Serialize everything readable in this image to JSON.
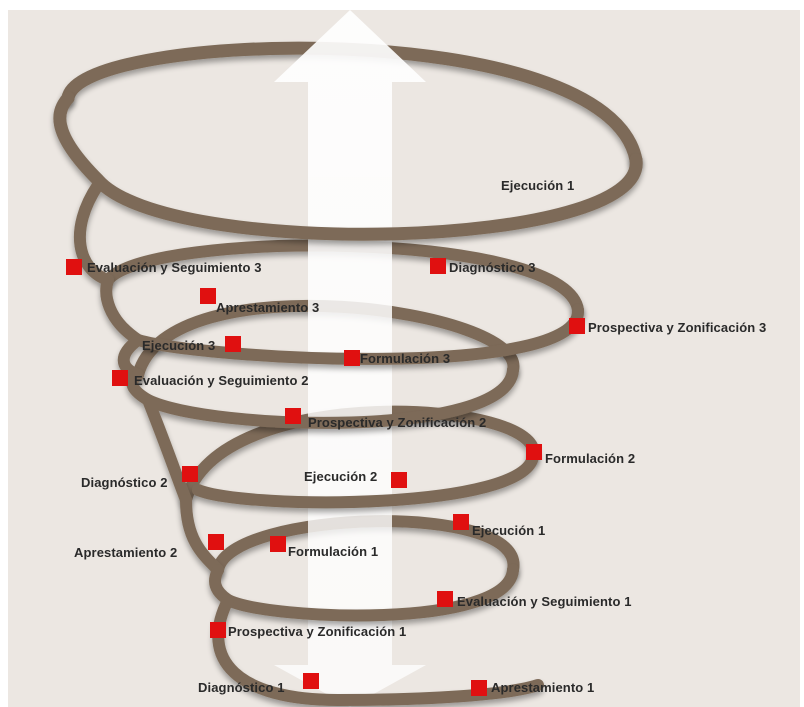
{
  "colors": {
    "background": "#ece7e2",
    "spiral": "#7d6b58",
    "spiral_shadow": "#5b4c3e",
    "marker": "#e01010",
    "arrow": "#ffffff",
    "text": "#2a2a2a"
  },
  "nodes": [
    {
      "id": "ejecucion-1b",
      "label": "Ejecución 1",
      "marker": false
    },
    {
      "id": "evaluacion-3",
      "label": "Evaluación y Seguimiento 3",
      "marker": true
    },
    {
      "id": "diagnostico-3",
      "label": "Diagnóstico 3",
      "marker": true
    },
    {
      "id": "apresta-3",
      "label": "Aprestamiento 3",
      "marker": true
    },
    {
      "id": "prospectiva-3",
      "label": "Prospectiva y Zonificación 3",
      "marker": true
    },
    {
      "id": "ejecucion-3",
      "label": "Ejecución 3",
      "marker": true
    },
    {
      "id": "formulacion-3",
      "label": "Formulación 3",
      "marker": true
    },
    {
      "id": "evaluacion-2",
      "label": "Evaluación y Seguimiento 2",
      "marker": true
    },
    {
      "id": "prospectiva-2",
      "label": "Prospectiva y Zonificación 2",
      "marker": true
    },
    {
      "id": "formulacion-2",
      "label": "Formulación 2",
      "marker": true
    },
    {
      "id": "diagnostico-2",
      "label": "Diagnóstico 2",
      "marker": true
    },
    {
      "id": "ejecucion-2",
      "label": "Ejecución 2",
      "marker": true
    },
    {
      "id": "ejecucion-1",
      "label": "Ejecución 1",
      "marker": true
    },
    {
      "id": "apresta-2",
      "label": "Aprestamiento 2",
      "marker": true
    },
    {
      "id": "formulacion-1",
      "label": "Formulación 1",
      "marker": true
    },
    {
      "id": "evaluacion-1",
      "label": "Evaluación y Seguimiento 1",
      "marker": true
    },
    {
      "id": "prospectiva-1",
      "label": "Prospectiva y Zonificación 1",
      "marker": true
    },
    {
      "id": "diagnostico-1",
      "label": "Diagnóstico 1",
      "marker": true
    },
    {
      "id": "apresta-1",
      "label": "Aprestamiento 1",
      "marker": true
    }
  ]
}
